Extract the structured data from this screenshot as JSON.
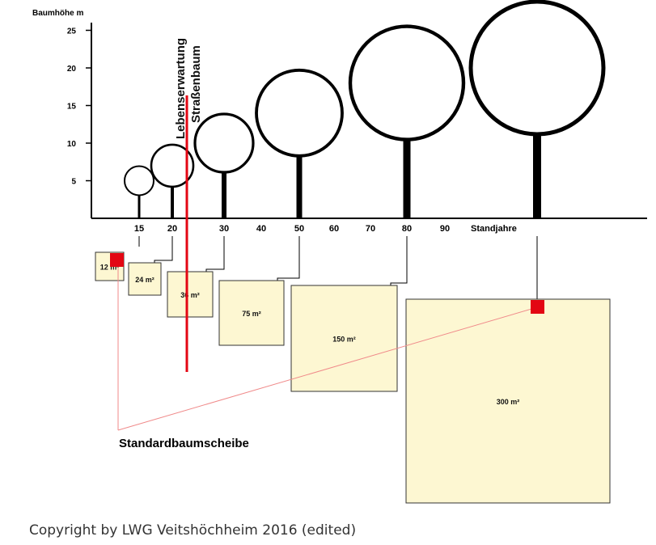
{
  "colors": {
    "ink": "#000000",
    "accent_red": "#e30613",
    "area_fill": "#fdf7d2",
    "area_stroke": "#333333",
    "guide_red": "#f08a8a"
  },
  "y_axis": {
    "label": "Baumhöhe m",
    "ticks": [
      5,
      10,
      15,
      20,
      25
    ]
  },
  "x_axis": {
    "label": "Standjahre",
    "ticks": [
      15,
      20,
      30,
      40,
      50,
      60,
      70,
      80,
      90
    ]
  },
  "life_expectancy": {
    "line1": "Lebenserwartung",
    "line2": "Straßenbaum",
    "year": 24
  },
  "trees": [
    {
      "year": 15,
      "crown_height": 5
    },
    {
      "year": 20,
      "crown_height": 7
    },
    {
      "year": 30,
      "crown_height": 10
    },
    {
      "year": 50,
      "crown_height": 14
    },
    {
      "year": 80,
      "crown_height": 18
    },
    {
      "year": 100,
      "crown_height": 20
    }
  ],
  "areas": [
    {
      "year": 15,
      "label": "12 m²"
    },
    {
      "year": 20,
      "label": "24 m²"
    },
    {
      "year": 30,
      "label": "36 m²"
    },
    {
      "year": 50,
      "label": "75 m²"
    },
    {
      "year": 80,
      "label": "150 m²"
    },
    {
      "year": 100,
      "label": "300 m²"
    }
  ],
  "standard_label": "Standardbaumscheibe",
  "caption": "Copyright by LWG Veitshöchheim 2016 (edited)"
}
